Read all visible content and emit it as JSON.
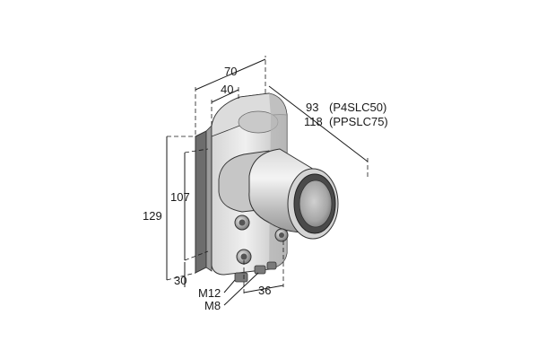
{
  "dimensions": {
    "width_top": "70",
    "width_inner": "40",
    "depth_p4": "93",
    "depth_p4_model": "(P4SLC50)",
    "depth_pp": "118",
    "depth_pp_model": "(PPSLC75)",
    "height_total": "129",
    "height_inner": "107",
    "bottom_offset": "30",
    "connector_m12": "M12",
    "connector_m8": "M8",
    "spacing_bottom": "36"
  },
  "colors": {
    "housing_light": "#e6e6e6",
    "housing_mid": "#c4c4c4",
    "housing_dark": "#8c8c8c",
    "plate_edge": "#555555",
    "lens_dark": "#3c3c3c",
    "lens_glass": "#b9b9b9"
  }
}
